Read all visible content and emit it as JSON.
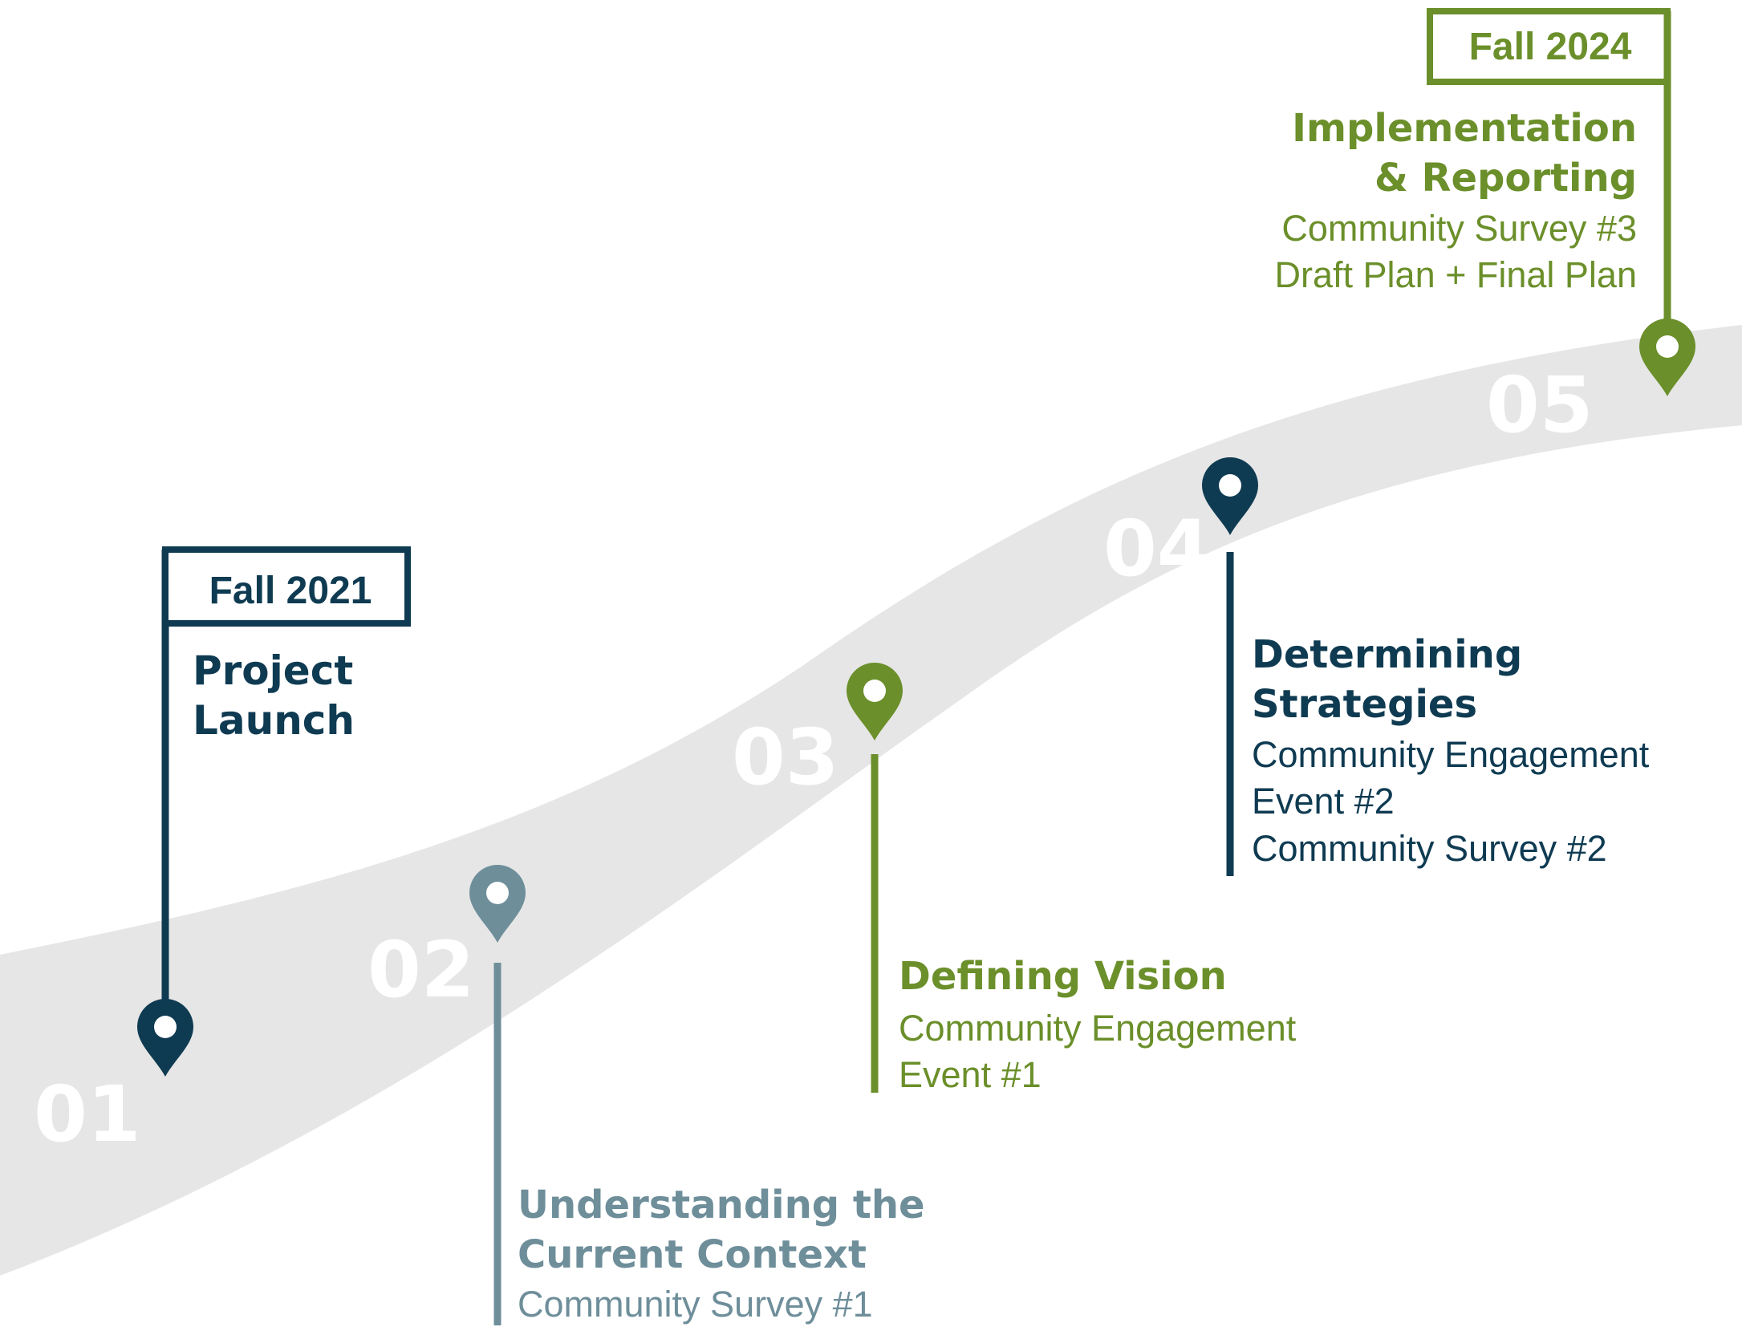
{
  "colors": {
    "navy": "#0f3b52",
    "slate": "#6e8e9a",
    "green": "#6b8f2a",
    "road": "#e6e6e6",
    "road_number": "#ffffff"
  },
  "road": {
    "numbers": [
      "01",
      "02",
      "03",
      "04",
      "05"
    ]
  },
  "milestones": [
    {
      "number": "01",
      "color_key": "navy",
      "date": "Fall 2021",
      "title_lines": [
        "Project",
        "Launch"
      ],
      "details": []
    },
    {
      "number": "02",
      "color_key": "slate",
      "title_lines": [
        "Understanding the",
        "Current Context"
      ],
      "details": [
        "Community Survey #1"
      ]
    },
    {
      "number": "03",
      "color_key": "green",
      "title_lines": [
        "Defining Vision"
      ],
      "details": [
        "Community Engagement",
        "Event #1"
      ]
    },
    {
      "number": "04",
      "color_key": "navy",
      "title_lines": [
        "Determining",
        "Strategies"
      ],
      "details": [
        "Community Engagement",
        "Event #2",
        "Community Survey #2"
      ]
    },
    {
      "number": "05",
      "color_key": "green",
      "date": "Fall 2024",
      "title_lines": [
        "Implementation",
        "& Reporting"
      ],
      "details": [
        "Community Survey #3",
        "Draft Plan + Final Plan"
      ]
    }
  ]
}
